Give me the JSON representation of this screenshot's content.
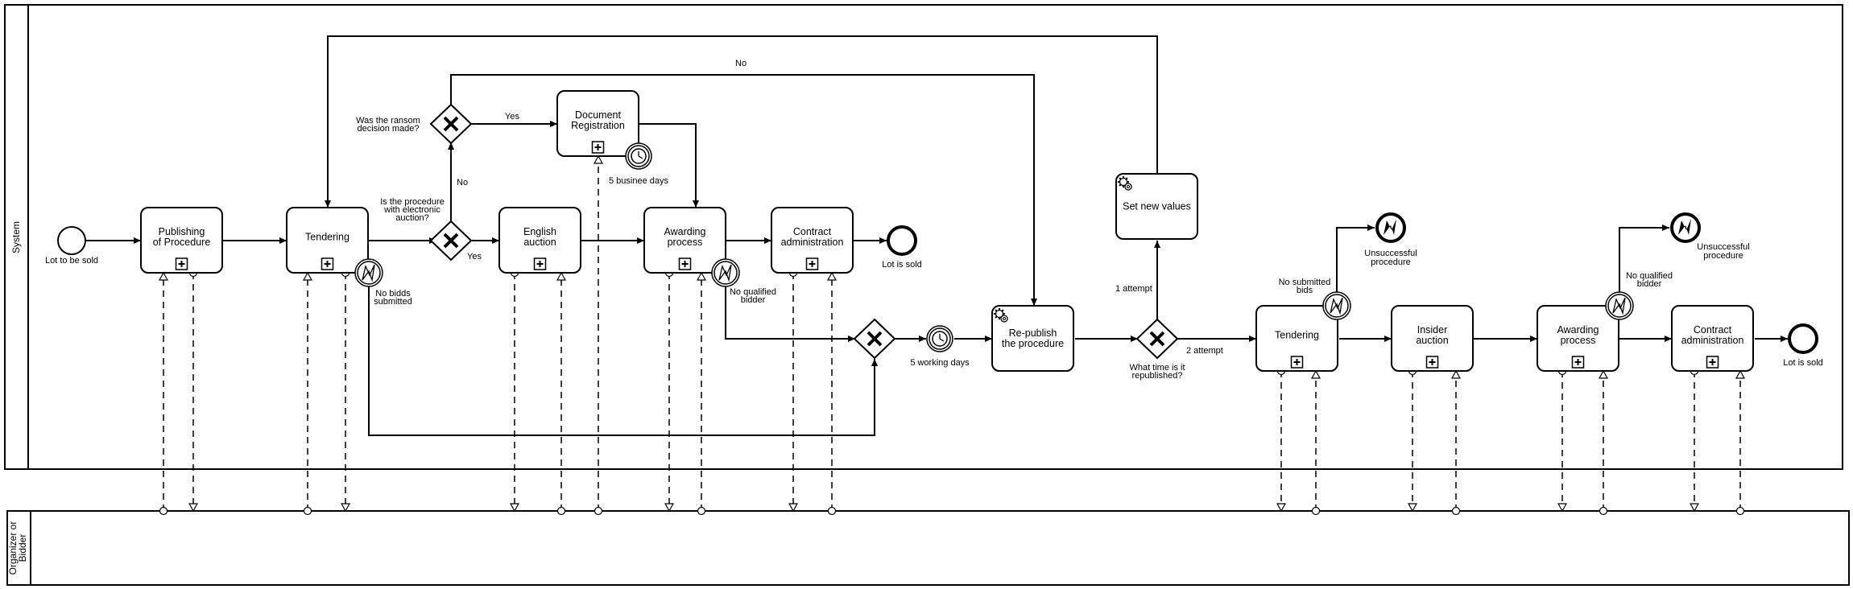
{
  "pools": {
    "system": "System",
    "organizer": "Organizer or Bidder"
  },
  "events": {
    "start": "Lot to be sold",
    "end1": "Lot is sold",
    "end2": "Lot is sold",
    "unsuccessful1": "Unsuccessful procedure",
    "unsuccessful2": "Unsuccessful procedure",
    "timer_doc": "5 businee days",
    "timer_work": "5 working days",
    "err_tender1": "No bidds submitted",
    "err_award1": "No qualified bidder",
    "err_tender2": "No submitted bids",
    "err_award2": "No qualified bidder"
  },
  "tasks": {
    "publishing": "Publishing of Procedure",
    "tendering1": "Tendering",
    "english": "English auction",
    "docreg": "Document Registration",
    "awarding1": "Awarding process",
    "contract1": "Contract administration",
    "republish": "Re-publish the procedure",
    "setnew": "Set new values",
    "tendering2": "Tendering",
    "insider": "Insider auction",
    "awarding2": "Awarding process",
    "contract2": "Contract administration"
  },
  "gateways": {
    "electronic": "Is the procedure with electronic auction?",
    "ransom": "Was the ransom decision made?",
    "attempt": "What time is it republished?"
  },
  "flows": {
    "yes1": "Yes",
    "yes2": "Yes",
    "no1": "No",
    "no2": "No",
    "attempt1": "1 attempt",
    "attempt2": "2 attempt"
  }
}
